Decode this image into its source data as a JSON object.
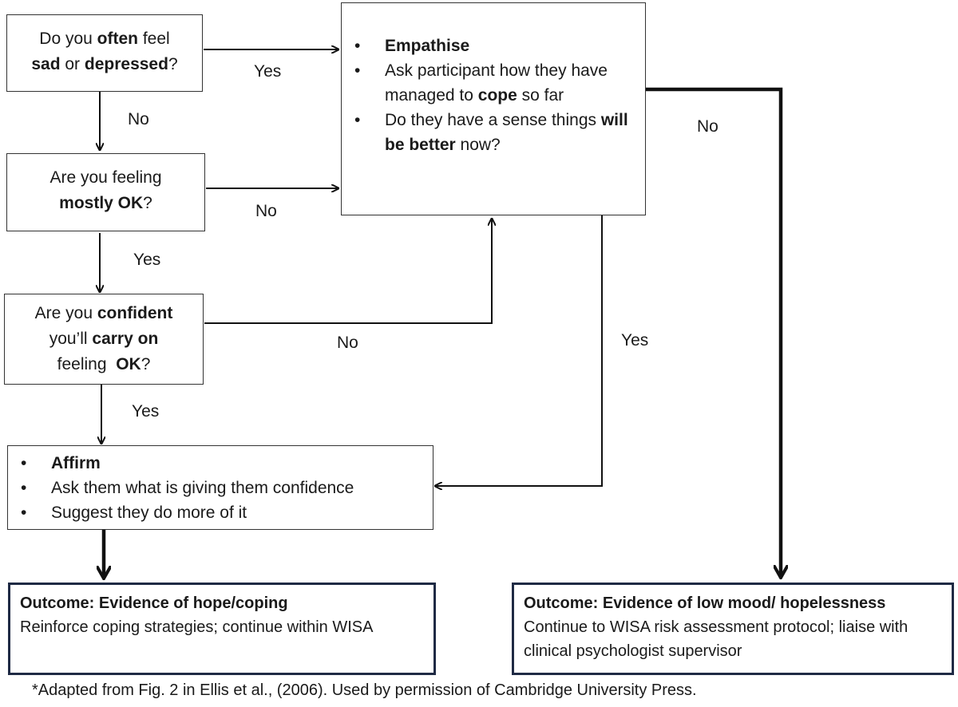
{
  "questions": {
    "q1": {
      "p1": "Do you ",
      "b1": "often",
      "p2": " feel",
      "b2": "sad",
      "p3": " or ",
      "b3": "depressed",
      "p4": "?"
    },
    "q2": {
      "p1": "Are you feeling",
      "b1": "mostly OK",
      "p2": "?"
    },
    "q3": {
      "p1": "Are you ",
      "b1": "confident",
      "p2": "you’ll ",
      "b2": "carry on",
      "p3": "feeling  ",
      "b3": "OK",
      "p4": "?"
    }
  },
  "empathise": {
    "item1": "Empathise",
    "item2": {
      "p1": "Ask participant how they have managed to ",
      "b1": "cope",
      "p2": " so far"
    },
    "item3": {
      "p1": "Do they have a sense things ",
      "b1": "will be better",
      "p2": " now?"
    }
  },
  "affirm": {
    "item1": "Affirm",
    "item2": "Ask them what is giving them confidence",
    "item3": "Suggest they do more of it"
  },
  "outcomes": {
    "hope": {
      "title": "Outcome: Evidence of hope/coping",
      "body": "Reinforce coping strategies; continue within WISA"
    },
    "low": {
      "title": "Outcome: Evidence of low mood/ hopelessness",
      "body": "Continue to WISA risk assessment protocol; liaise with clinical psychologist supervisor"
    }
  },
  "labels": {
    "q1_yes": "Yes",
    "q1_no": "No",
    "q2_no": "No",
    "q2_yes": "Yes",
    "q3_no": "No",
    "q3_yes": "Yes",
    "emp_no": "No",
    "emp_yes": "Yes"
  },
  "footnote": "*Adapted from Fig. 2 in Ellis et al., (2006). Used by permission of Cambridge University Press."
}
